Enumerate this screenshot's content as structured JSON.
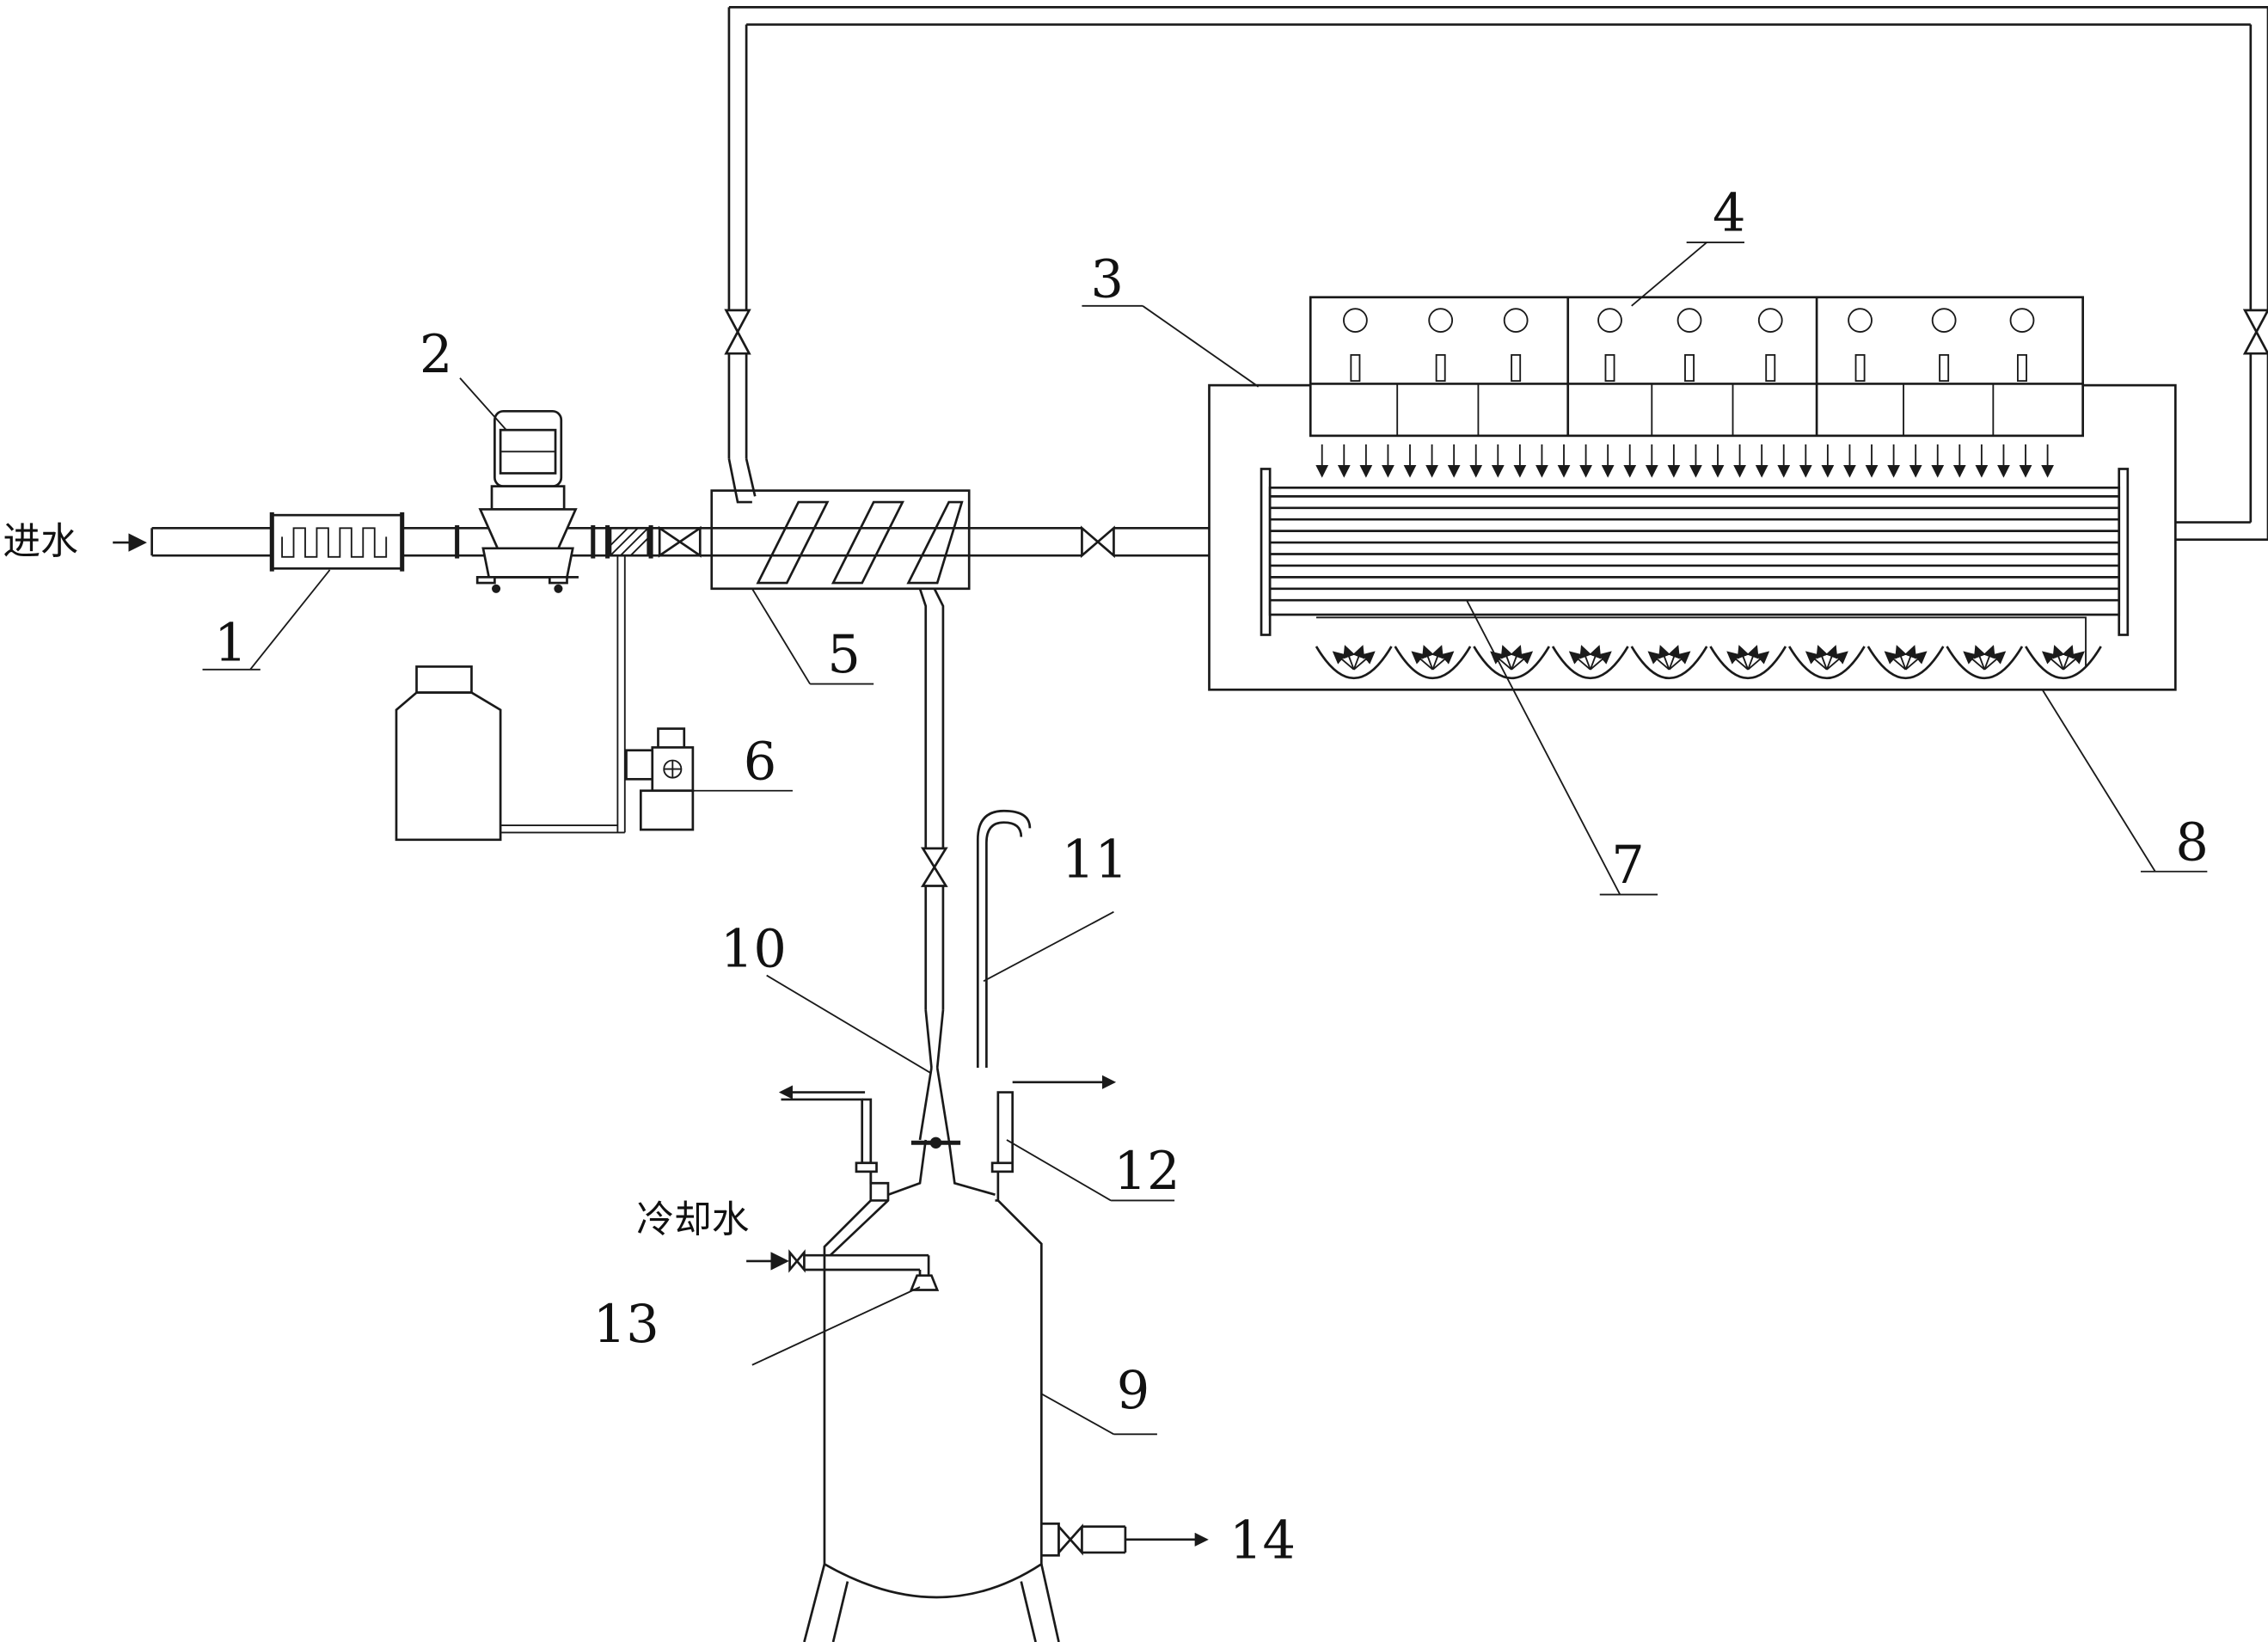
{
  "labels": {
    "inlet_water": "进水",
    "cooling_water": "冷却水"
  },
  "callouts": {
    "c1": "1",
    "c2": "2",
    "c3": "3",
    "c4": "4",
    "c5": "5",
    "c6": "6",
    "c7": "7",
    "c8": "8",
    "c9": "9",
    "c10": "10",
    "c11": "11",
    "c12": "12",
    "c13": "13",
    "c14": "14"
  }
}
